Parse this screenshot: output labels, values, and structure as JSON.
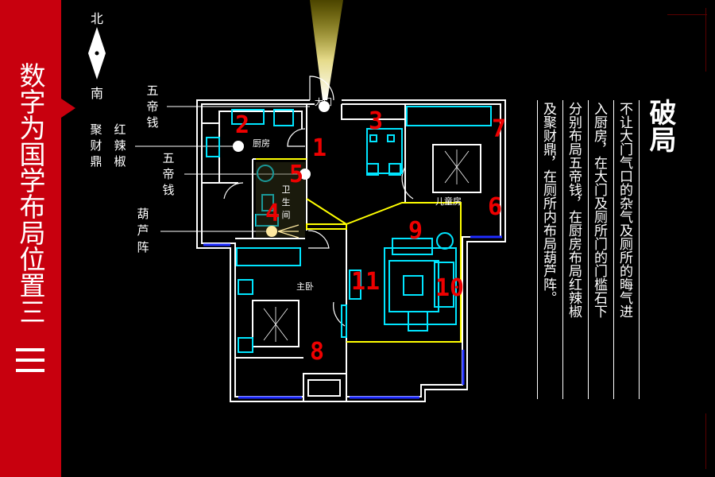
{
  "sidebar": {
    "title": "数字为国学布局位置三"
  },
  "compass": {
    "north": "北",
    "south": "南"
  },
  "annotations": {
    "wudiqian_top": [
      "五",
      "帝",
      "钱"
    ],
    "hongjiajiao": [
      "红",
      "辣",
      "椒"
    ],
    "jucaiding": [
      "聚",
      "财",
      "鼎"
    ],
    "wudiqian_mid": [
      "五",
      "帝",
      "钱"
    ],
    "hululzhen": [
      "葫",
      "芦",
      "阵"
    ]
  },
  "rooms": {
    "main_door": "大门",
    "kitchen": "厨房",
    "bathroom": [
      "卫",
      "生",
      "间"
    ],
    "kids_room": "儿童房",
    "master_bedroom": "主卧"
  },
  "numbers": [
    "1",
    "2",
    "3",
    "4",
    "5",
    "6",
    "7",
    "8",
    "9",
    "10",
    "11"
  ],
  "panel": {
    "heading": "破局",
    "columns": [
      "不让大门气口的杂气及厕所的晦气进",
      "入厨房，在大门及厕所门的门槛石下",
      "分别布局五帝钱，在厨房布局红辣椒",
      "及聚财鼎，在厕所内布局葫芦阵。"
    ]
  },
  "colors": {
    "sidebar_red": "#c8000e",
    "plan_white": "#ffffff",
    "plan_cyan": "#00e5ff",
    "plan_yellow": "#ffff00",
    "plan_blue": "#0000ff",
    "number_red": "#ee0000"
  }
}
